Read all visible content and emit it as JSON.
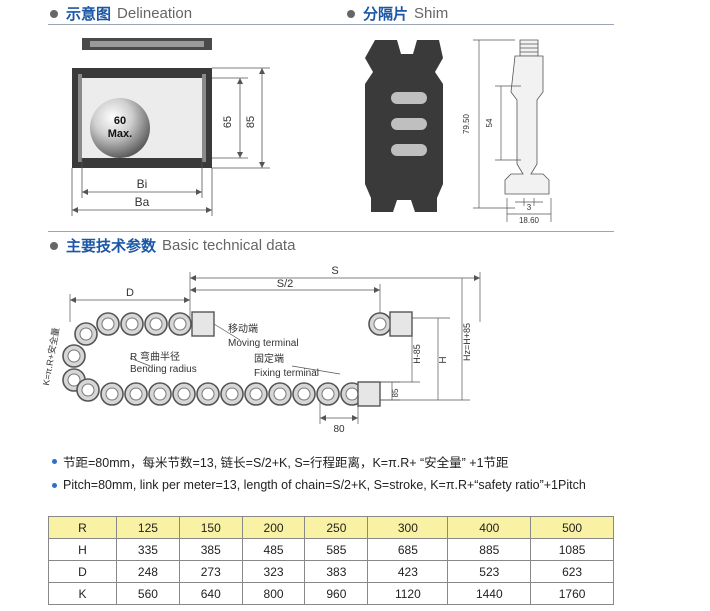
{
  "sections": {
    "delineation": {
      "cn": "示意图",
      "en": "Delineation"
    },
    "shim": {
      "cn": "分隔片",
      "en": "Shim"
    },
    "basic": {
      "cn": "主要技术参数",
      "en": "Basic technical data"
    }
  },
  "delineation_labels": {
    "max_top": "60",
    "max_bottom": "Max.",
    "dim_65": "65",
    "dim_85": "85",
    "bi": "Bi",
    "ba": "Ba"
  },
  "shim_labels": {
    "d79": "79.50",
    "d54": "54",
    "d3": "3",
    "d18": "18.60"
  },
  "chain_labels": {
    "s": "S",
    "s2": "S/2",
    "d": "D",
    "k": "K=π.R+安全量",
    "moving_cn": "移动端",
    "moving_en": "Moving terminal",
    "radius_cn": "R 弯曲半径",
    "radius_en": "Bending radius",
    "fixing_cn": "固定端",
    "fixing_en": "Fixing terminal",
    "d80": "80",
    "d85": "85",
    "h85": "H-85",
    "h": "H",
    "hz": "Hz=H+85"
  },
  "notes": {
    "cn": "节距=80mm，每米节数=13, 链长=S/2+K, S=行程距离，K=π.R+ “安全量” +1节距",
    "en": "Pitch=80mm, link per meter=13, length of chain=S/2+K, S=stroke, K=π.R+“safety ratio”+1Pitch"
  },
  "table": {
    "rows": [
      [
        "R",
        "125",
        "150",
        "200",
        "250",
        "300",
        "400",
        "500"
      ],
      [
        "H",
        "335",
        "385",
        "485",
        "585",
        "685",
        "885",
        "1085"
      ],
      [
        "D",
        "248",
        "273",
        "323",
        "383",
        "423",
        "523",
        "623"
      ],
      [
        "K",
        "560",
        "640",
        "800",
        "960",
        "1120",
        "1440",
        "1760"
      ]
    ]
  }
}
